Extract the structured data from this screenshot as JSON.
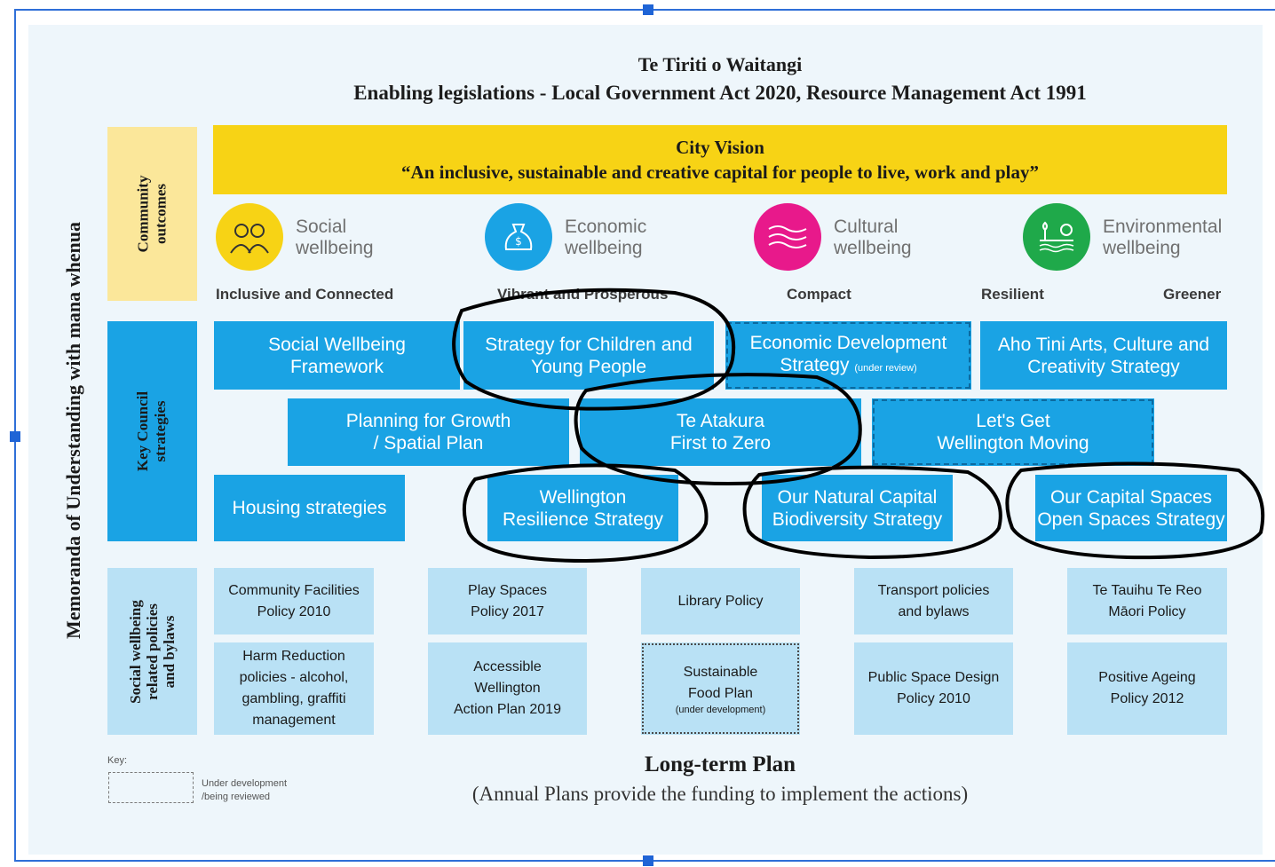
{
  "header": {
    "line1": "Te Tiriti o Waitangi",
    "line2": "Enabling legislations - Local Government Act 2020, Resource Management Act 1991"
  },
  "side_labels": {
    "memoranda": "Memoranda of Understanding with mana whenua",
    "community_outcomes": [
      "Community",
      "outcomes"
    ],
    "key_strategies": [
      "Key Council",
      "strategies"
    ],
    "social_policies": [
      "Social wellbeing",
      "related policies",
      "and bylaws"
    ]
  },
  "vision": {
    "heading": "City Vision",
    "quote": "“An inclusive, sustainable and creative capital for people to live, work and play”"
  },
  "wellbeing": [
    {
      "icon": "people-icon",
      "color": "#f7d315",
      "line1": "Social",
      "line2": "wellbeing"
    },
    {
      "icon": "money-bag-icon",
      "color": "#1aa3e4",
      "line1": "Economic",
      "line2": "wellbeing"
    },
    {
      "icon": "culture-pattern-icon",
      "color": "#e8198b",
      "line1": "Cultural",
      "line2": "wellbeing"
    },
    {
      "icon": "landscape-icon",
      "color": "#1fa94a",
      "line1": "Environmental",
      "line2": "wellbeing"
    }
  ],
  "outcomes": [
    "Inclusive and Connected",
    "Vibrant and Prosperous",
    "Compact",
    "Resilient",
    "Greener"
  ],
  "strategies": {
    "row1": [
      {
        "l1": "Social Wellbeing",
        "l2": "Framework",
        "note": ""
      },
      {
        "l1": "Strategy for Children and",
        "l2": "Young People",
        "note": ""
      },
      {
        "l1": "Economic Development",
        "l2": "Strategy",
        "note": "(under review)"
      },
      {
        "l1": "Aho Tini Arts, Culture and",
        "l2": "Creativity Strategy",
        "note": ""
      }
    ],
    "row2": [
      {
        "l1": "Planning for Growth",
        "l2": "/ Spatial Plan"
      },
      {
        "l1": "Te Atakura",
        "l2": "First to Zero"
      },
      {
        "l1": "Let's Get",
        "l2": "Wellington Moving"
      }
    ],
    "row3": [
      {
        "l1": "Housing strategies",
        "l2": ""
      },
      {
        "l1": "Wellington",
        "l2": "Resilience Strategy"
      },
      {
        "l1": "Our Natural Capital",
        "l2": "Biodiversity Strategy"
      },
      {
        "l1": "Our Capital Spaces",
        "l2": "Open Spaces Strategy"
      }
    ]
  },
  "policies": {
    "row1": [
      {
        "l1": "Community Facilities",
        "l2": "Policy 2010"
      },
      {
        "l1": "Play Spaces",
        "l2": "Policy 2017"
      },
      {
        "l1": "Library Policy",
        "l2": ""
      },
      {
        "l1": "Transport policies",
        "l2": "and bylaws"
      },
      {
        "l1": "Te Tauihu Te Reo",
        "l2": "Māori Policy"
      }
    ],
    "row2": [
      {
        "lines": [
          "Harm Reduction",
          "policies - alcohol,",
          "gambling, graffiti",
          "management"
        ]
      },
      {
        "lines": [
          "Accessible",
          "Wellington",
          "Action Plan 2019"
        ]
      },
      {
        "lines": [
          "Sustainable",
          "Food Plan"
        ],
        "note": "(under development)"
      },
      {
        "lines": [
          "Public Space Design",
          "Policy 2010"
        ]
      },
      {
        "lines": [
          "Positive Ageing",
          "Policy 2012"
        ]
      }
    ]
  },
  "footer": {
    "title": "Long-term Plan",
    "subtitle": "(Annual Plans provide the funding to implement the actions)"
  },
  "key": {
    "label": "Key:",
    "desc1": "Under development",
    "desc2": "/being reviewed"
  }
}
